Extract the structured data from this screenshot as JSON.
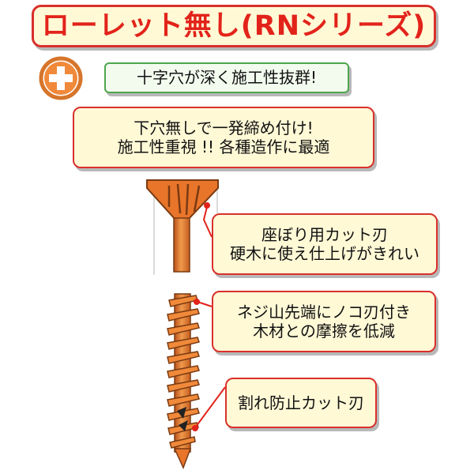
{
  "title": "ローレット無し(RNシリーズ)",
  "badge": {
    "text": "十字穴が深く施工性抜群!"
  },
  "intro": {
    "line1": "下穴無しで一発締め付け!",
    "line2": "施工性重視 !! 各種造作に最適"
  },
  "callouts": [
    {
      "line1": "座ぼり用カット刃",
      "line2": "硬木に使え仕上げがきれい"
    },
    {
      "line1": "ネジ山先端にノコ刃付き",
      "line2": "木材との摩擦を低減"
    },
    {
      "line1": "割れ防止カット刃"
    }
  ],
  "colors": {
    "accent": "#e2231a",
    "screw": "#e8752a",
    "box_fill": "#fff9d6",
    "badge_border": "#4ca64c"
  },
  "icons": [
    "phillips-cross-icon"
  ]
}
